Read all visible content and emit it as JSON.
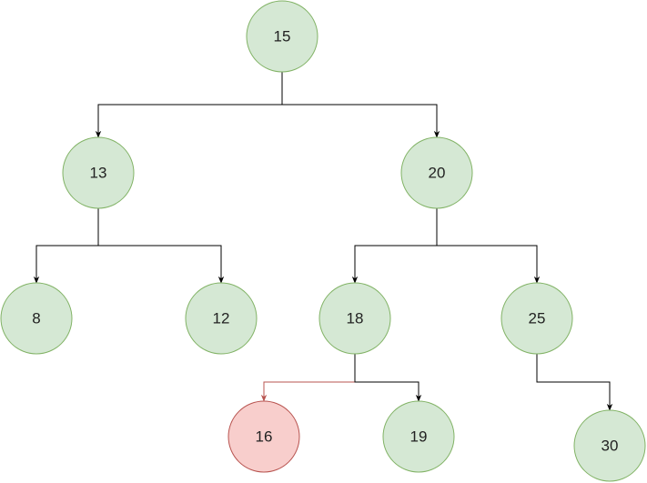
{
  "diagram": {
    "nodes": [
      {
        "id": "n15",
        "label": "15",
        "status": "normal"
      },
      {
        "id": "n13",
        "label": "13",
        "status": "normal"
      },
      {
        "id": "n20",
        "label": "20",
        "status": "normal"
      },
      {
        "id": "n8",
        "label": "8",
        "status": "normal"
      },
      {
        "id": "n12",
        "label": "12",
        "status": "normal"
      },
      {
        "id": "n18",
        "label": "18",
        "status": "normal"
      },
      {
        "id": "n25",
        "label": "25",
        "status": "normal"
      },
      {
        "id": "n16",
        "label": "16",
        "status": "highlighted"
      },
      {
        "id": "n19",
        "label": "19",
        "status": "normal"
      },
      {
        "id": "n30",
        "label": "30",
        "status": "normal"
      }
    ],
    "edges": [
      {
        "from": "n15",
        "to": "n13",
        "status": "normal"
      },
      {
        "from": "n15",
        "to": "n20",
        "status": "normal"
      },
      {
        "from": "n13",
        "to": "n8",
        "status": "normal"
      },
      {
        "from": "n13",
        "to": "n12",
        "status": "normal"
      },
      {
        "from": "n20",
        "to": "n18",
        "status": "normal"
      },
      {
        "from": "n20",
        "to": "n25",
        "status": "normal"
      },
      {
        "from": "n18",
        "to": "n16",
        "status": "highlighted"
      },
      {
        "from": "n18",
        "to": "n19",
        "status": "normal"
      },
      {
        "from": "n25",
        "to": "n30",
        "status": "normal"
      }
    ],
    "colors": {
      "node_fill": "#d5e8d4",
      "node_stroke": "#82b366",
      "highlight_fill": "#f8cecc",
      "highlight_stroke": "#b85450",
      "edge": "#000000",
      "highlight_edge": "#b85450"
    }
  }
}
